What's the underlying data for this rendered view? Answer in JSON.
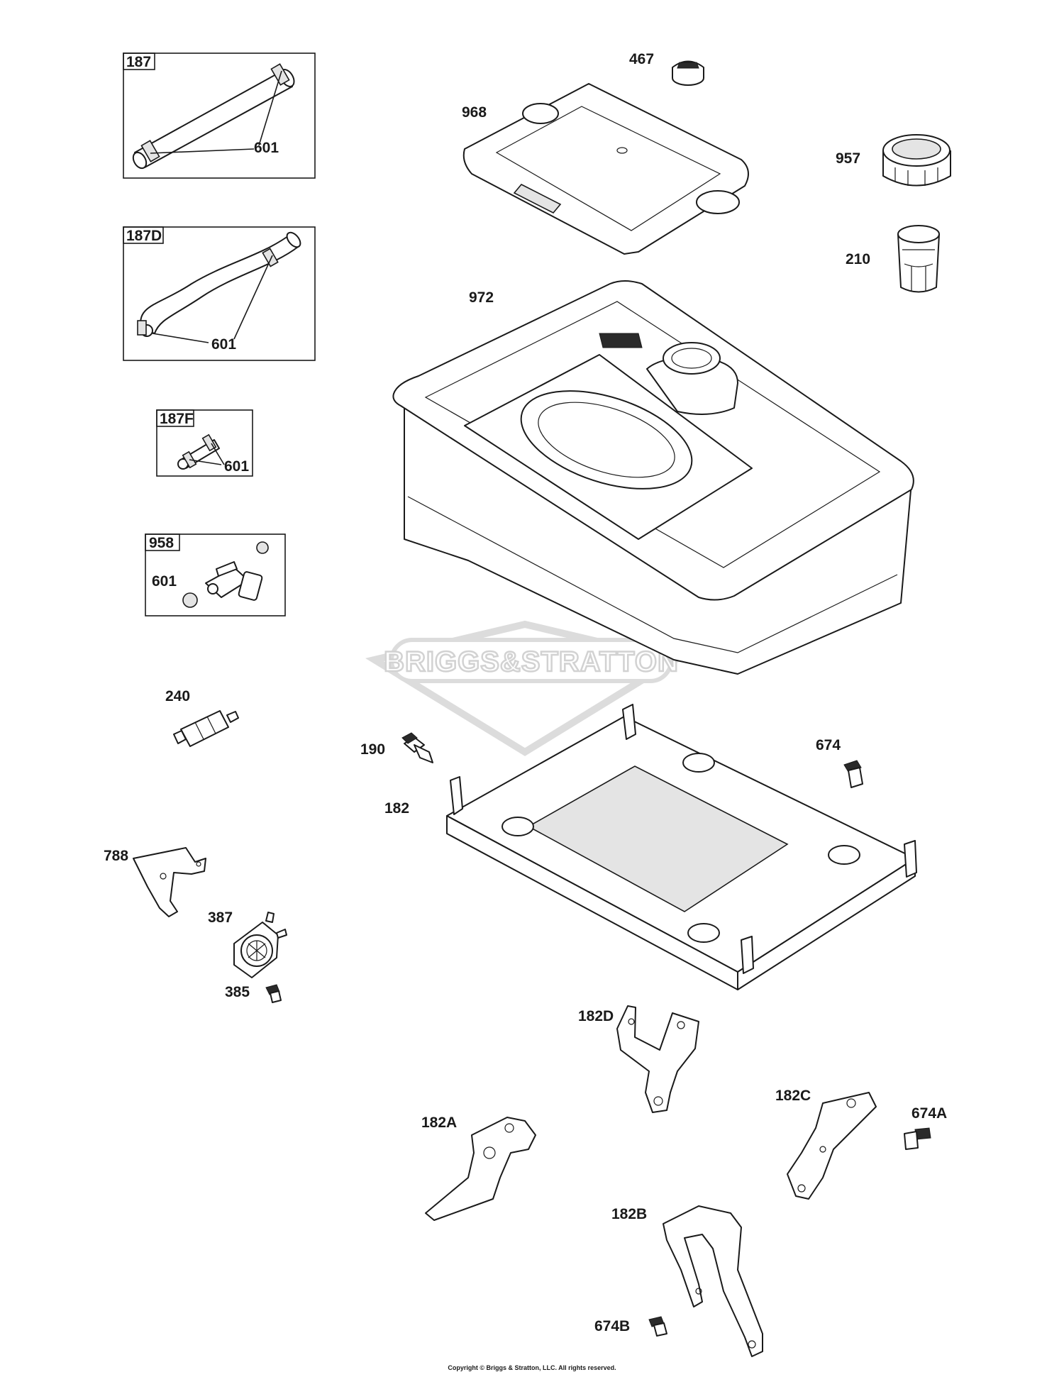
{
  "diagram": {
    "kit_boxes": [
      {
        "id": "187",
        "part_label": "601"
      },
      {
        "id": "187D",
        "part_label": "601"
      },
      {
        "id": "187F",
        "part_label": "601"
      },
      {
        "id": "958",
        "part_label": "601"
      }
    ],
    "callouts": {
      "c467": "467",
      "c968": "968",
      "c957": "957",
      "c210": "210",
      "c972": "972",
      "c240": "240",
      "c190": "190",
      "c182": "182",
      "c674": "674",
      "c788": "788",
      "c387": "387",
      "c385": "385",
      "c182D": "182D",
      "c182C": "182C",
      "c674A": "674A",
      "c182A": "182A",
      "c182B": "182B",
      "c674B": "674B"
    },
    "watermark": "BRIGGS&STRATTON",
    "copyright": "Copyright © Briggs & Stratton, LLC. All rights reserved."
  }
}
